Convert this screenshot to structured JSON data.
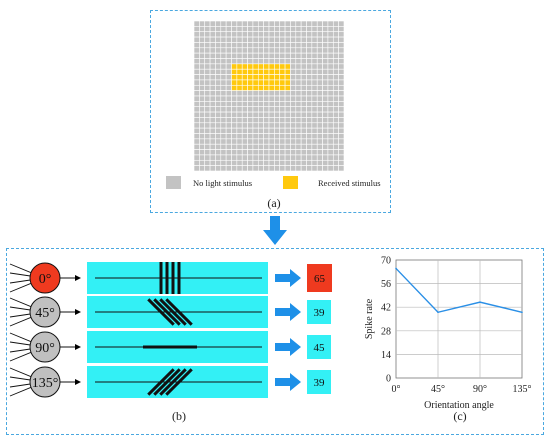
{
  "panel_a": {
    "caption": "(a)",
    "grid": {
      "rows": 28,
      "cols": 28,
      "stim_rows": [
        8,
        12
      ],
      "stim_cols": [
        7,
        17
      ]
    },
    "legend": [
      {
        "label": "No light stimulus",
        "color": "#c3c3c3"
      },
      {
        "label": "Received stimulus",
        "color": "#ffc90e"
      }
    ],
    "grid_color": "#c3c3c3",
    "stim_color": "#ffc90e"
  },
  "panel_b": {
    "caption": "(b)",
    "neurons": [
      {
        "label": "0°",
        "rate": "65",
        "active": true
      },
      {
        "label": "45°",
        "rate": "39",
        "active": false
      },
      {
        "label": "90°",
        "rate": "45",
        "active": false
      },
      {
        "label": "135°",
        "rate": "39",
        "active": false
      }
    ],
    "colors": {
      "active": "#ef3a1f",
      "inactive": "#c0c0c0",
      "bar": "#33f0f5",
      "arrow": "#1e90e8"
    }
  },
  "panel_c": {
    "caption": "(c)",
    "chart_data": {
      "type": "line",
      "categories": [
        "0°",
        "45°",
        "90°",
        "135°"
      ],
      "values": [
        65,
        39,
        45,
        39
      ],
      "xlabel": "Orientation angle",
      "ylabel": "Spike rate",
      "ylim": [
        0,
        70
      ],
      "yticks": [
        0,
        14,
        28,
        42,
        56,
        70
      ],
      "grid": true,
      "line_color": "#2a8fe6"
    }
  }
}
